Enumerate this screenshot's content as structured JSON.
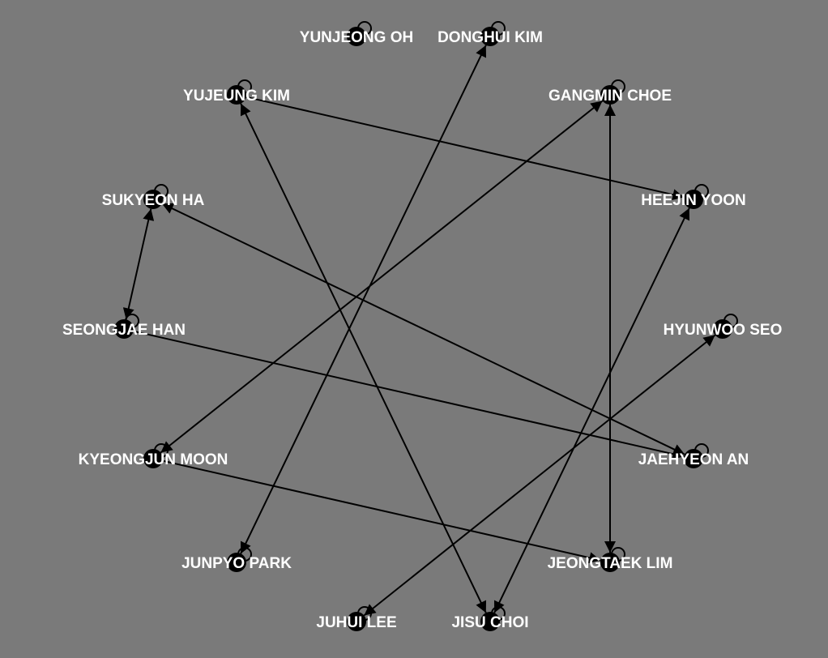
{
  "graph": {
    "background_color": "#7a7a7a",
    "node_color": "#000000",
    "label_color": "#ffffff",
    "edge_color": "#000000",
    "nodes": [
      {
        "id": "yunjeong_oh",
        "label": "YUNJEONG OH"
      },
      {
        "id": "donghui_kim",
        "label": "DONGHUI KIM"
      },
      {
        "id": "yujeung_kim",
        "label": "YUJEUNG KIM"
      },
      {
        "id": "gangmin_choe",
        "label": "GANGMIN CHOE"
      },
      {
        "id": "sukyeon_ha",
        "label": "SUKYEON HA"
      },
      {
        "id": "heejin_yoon",
        "label": "HEEJIN YOON"
      },
      {
        "id": "seongjae_han",
        "label": "SEONGJAE HAN"
      },
      {
        "id": "hyunwoo_seo",
        "label": "HYUNWOO SEO"
      },
      {
        "id": "kyeongjun_moon",
        "label": "KYEONGJUN MOON"
      },
      {
        "id": "jaehyeon_an",
        "label": "JAEHYEON AN"
      },
      {
        "id": "junpyo_park",
        "label": "JUNPYO PARK"
      },
      {
        "id": "jeongtaek_lim",
        "label": "JEONGTAEK LIM"
      },
      {
        "id": "juhui_lee",
        "label": "JUHUI LEE"
      },
      {
        "id": "jisu_choi",
        "label": "JISU CHOI"
      }
    ],
    "edges": [
      {
        "from": "yujeung_kim",
        "to": "heejin_yoon",
        "directed": "forward"
      },
      {
        "from": "yujeung_kim",
        "to": "jisu_choi",
        "directed": "both"
      },
      {
        "from": "donghui_kim",
        "to": "junpyo_park",
        "directed": "both"
      },
      {
        "from": "gangmin_choe",
        "to": "kyeongjun_moon",
        "directed": "both"
      },
      {
        "from": "gangmin_choe",
        "to": "jeongtaek_lim",
        "directed": "both"
      },
      {
        "from": "heejin_yoon",
        "to": "jisu_choi",
        "directed": "both"
      },
      {
        "from": "sukyeon_ha",
        "to": "seongjae_han",
        "directed": "both"
      },
      {
        "from": "sukyeon_ha",
        "to": "jaehyeon_an",
        "directed": "both"
      },
      {
        "from": "seongjae_han",
        "to": "jaehyeon_an",
        "directed": "forward"
      },
      {
        "from": "hyunwoo_seo",
        "to": "juhui_lee",
        "directed": "both"
      },
      {
        "from": "kyeongjun_moon",
        "to": "jeongtaek_lim",
        "directed": "forward"
      }
    ],
    "self_loops": [
      "yunjeong_oh",
      "donghui_kim",
      "yujeung_kim",
      "gangmin_choe",
      "sukyeon_ha",
      "heejin_yoon",
      "seongjae_han",
      "hyunwoo_seo",
      "kyeongjun_moon",
      "jaehyeon_an",
      "junpyo_park",
      "jeongtaek_lim",
      "juhui_lee",
      "jisu_choi"
    ]
  }
}
